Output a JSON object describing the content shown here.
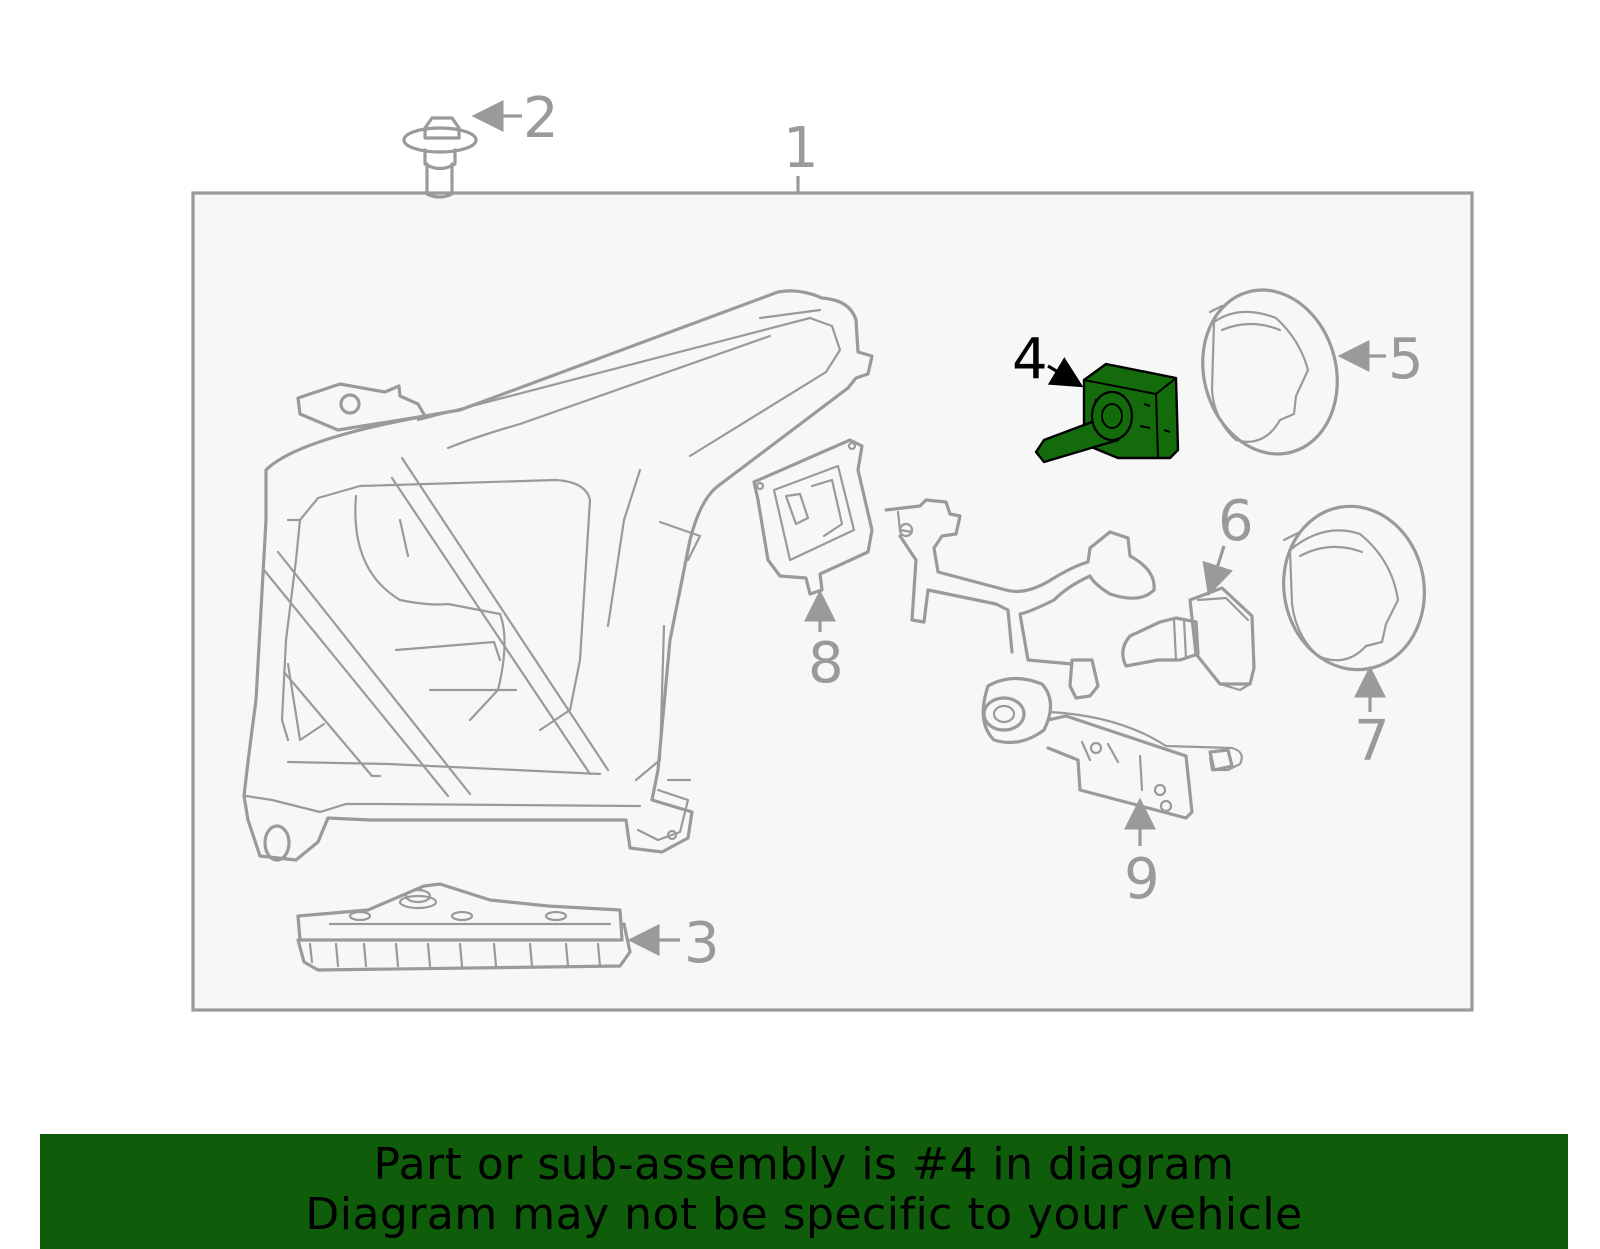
{
  "callouts": {
    "c1": "1",
    "c2": "2",
    "c3": "3",
    "c4": "4",
    "c5": "5",
    "c6": "6",
    "c7": "7",
    "c8": "8",
    "c9": "9"
  },
  "highlight": {
    "callout": "4",
    "fill_color": "#136b0c",
    "label_color": "#000000"
  },
  "colors": {
    "line_art": "#9a9a9a",
    "assembly_box_fill": "#f7f7f7",
    "banner_bg": "#0f5c0b"
  },
  "banner": {
    "line1": "Part or sub-assembly is #4 in diagram",
    "line2": "Diagram may not be specific to your vehicle"
  }
}
